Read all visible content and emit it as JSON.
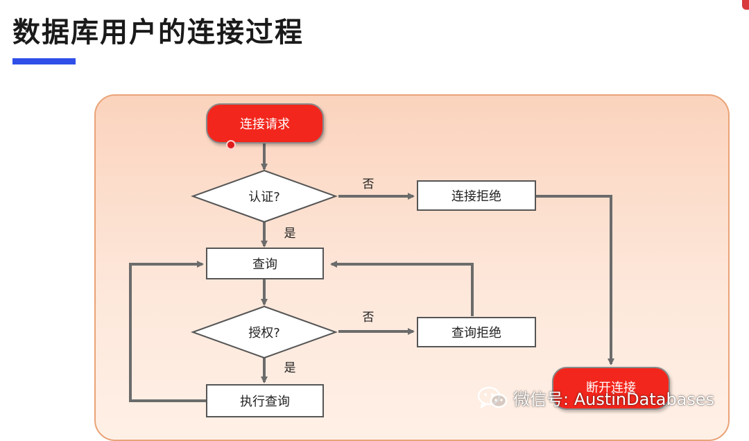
{
  "title": "数据库用户的连接过程",
  "colors": {
    "accent_underline": "#2f4fe8",
    "terminal_fill": "#f2261b",
    "panel_border": "#e9a377",
    "arrow": "#6b6b6b"
  },
  "nodes": {
    "start": "连接请求",
    "auth": "认证?",
    "conn_reject": "连接拒绝",
    "query": "查询",
    "authorize": "授权?",
    "query_reject": "查询拒绝",
    "execute": "执行查询",
    "end": "断开连接"
  },
  "edges": {
    "auth_no": "否",
    "auth_yes": "是",
    "authorize_no": "否",
    "authorize_yes": "是"
  },
  "watermark": {
    "icon": "wechat-icon",
    "text": "微信号: AustinDatabases"
  }
}
